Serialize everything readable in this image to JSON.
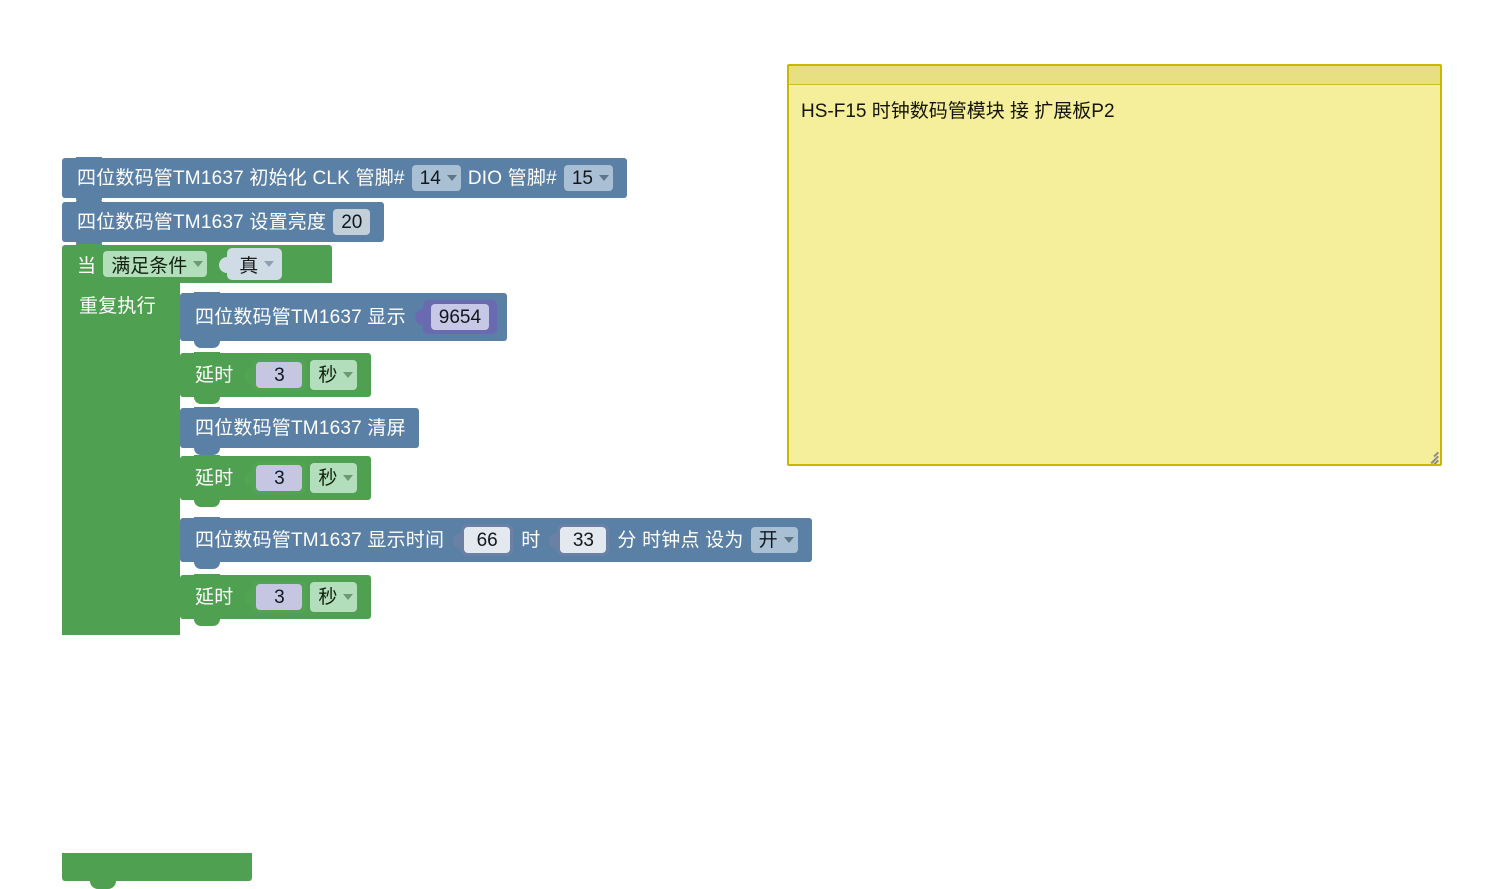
{
  "workspace": {
    "background_color": "#ffffff",
    "colors": {
      "device_block": "#5b80a5",
      "control_block": "#4fa050",
      "math_block": "#6a6ab0",
      "logic_block": "#cfdce6",
      "comment_fill": "#f5ef9b",
      "comment_border": "#c8b900"
    }
  },
  "blocks": {
    "init": {
      "label_1": "四位数码管TM1637 初始化 CLK 管脚#",
      "clk_pin": "14",
      "label_2": "DIO 管脚#",
      "dio_pin": "15"
    },
    "brightness": {
      "label": "四位数码管TM1637 设置亮度",
      "value": "20"
    },
    "loop": {
      "label_when": "当",
      "condition_mode": "满足条件",
      "condition_value": "真",
      "label_repeat": "重复执行"
    },
    "show_number": {
      "label": "四位数码管TM1637 显示",
      "value": "9654"
    },
    "delay_1": {
      "label": "延时",
      "value": "3",
      "unit": "秒"
    },
    "clear": {
      "label": "四位数码管TM1637 清屏"
    },
    "delay_2": {
      "label": "延时",
      "value": "3",
      "unit": "秒"
    },
    "show_time": {
      "label_prefix": "四位数码管TM1637 显示时间",
      "hours": "66",
      "label_hour": "时",
      "minutes": "33",
      "label_minute_and_colon": "分 时钟点 设为",
      "colon_state": "开"
    },
    "delay_3": {
      "label": "延时",
      "value": "3",
      "unit": "秒"
    }
  },
  "comment": {
    "text": "HS-F15 时钟数码管模块 接 扩展板P2"
  }
}
